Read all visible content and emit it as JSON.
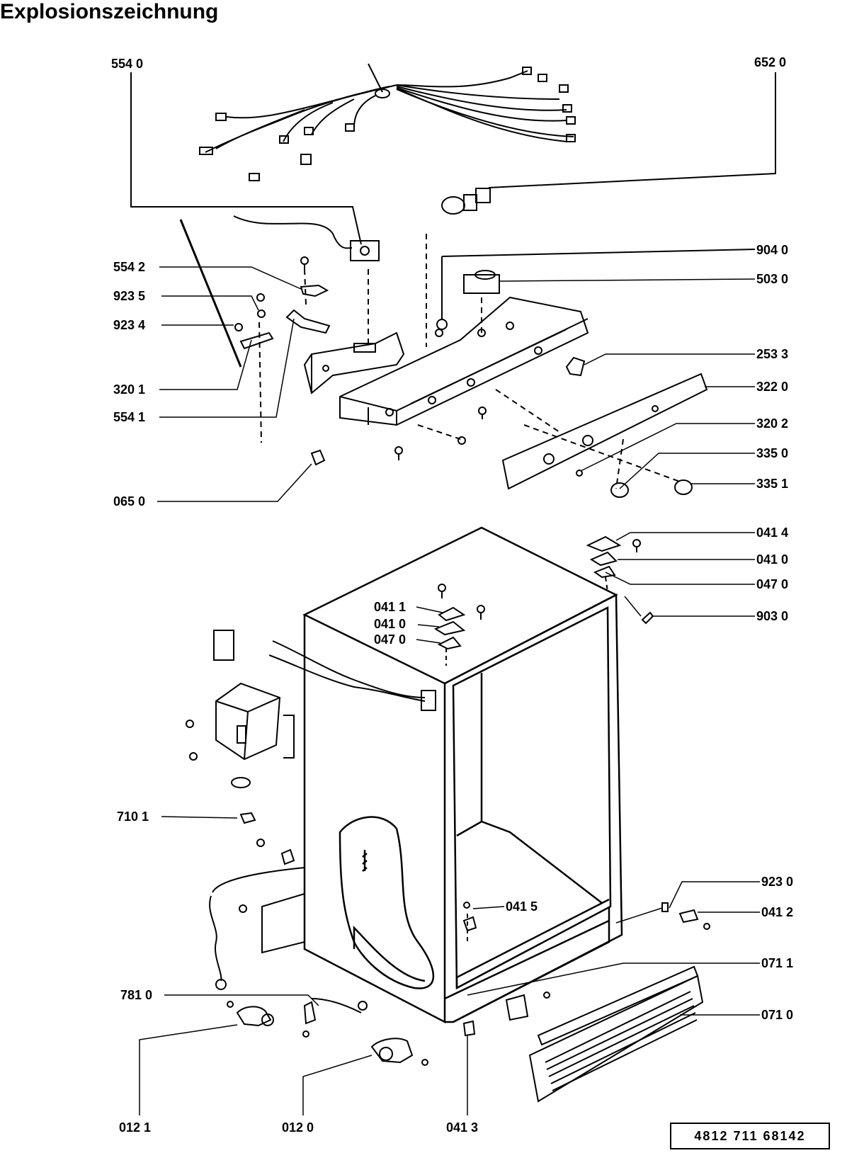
{
  "title": "Explosionszeichnung",
  "reference": "4812 711 68142",
  "parts": {
    "p5540": "554 0",
    "p6520": "652 0",
    "p9040": "904 0",
    "p5030": "503 0",
    "p5542": "554 2",
    "p9235": "923 5",
    "p9234": "923 4",
    "p2533": "253 3",
    "p3201": "320 1",
    "p3220": "322 0",
    "p5541": "554 1",
    "p3202": "320 2",
    "p3350": "335 0",
    "p3351": "335 1",
    "p0650": "065 0",
    "p0414": "041 4",
    "p0410r": "041 0",
    "p0470r": "047 0",
    "p0411": "041 1",
    "p0410c": "041 0",
    "p0470c": "047 0",
    "p9030": "903 0",
    "p7101": "710 1",
    "p9230": "923 0",
    "p0415": "041 5",
    "p0412": "041 2",
    "p0711": "071 1",
    "p7810": "781 0",
    "p0710": "071 0",
    "p0121": "012 1",
    "p0120": "012 0",
    "p0413": "041 3"
  }
}
